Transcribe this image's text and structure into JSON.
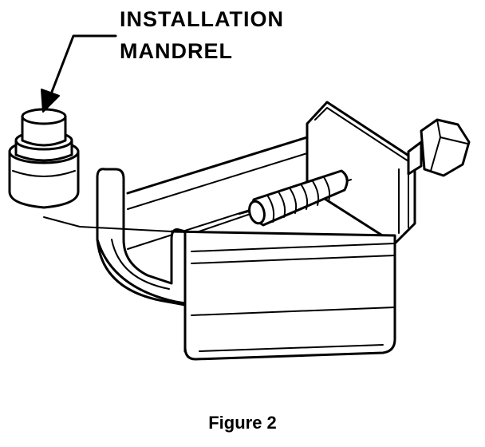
{
  "callout": {
    "line1": "INSTALLATION",
    "line2": "MANDREL"
  },
  "caption": "Figure 2"
}
